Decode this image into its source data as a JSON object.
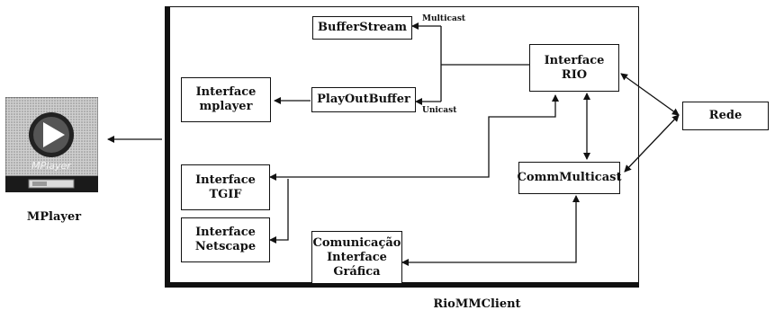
{
  "diagram": {
    "container_label": "RioMMClient",
    "external": {
      "player_label": "MPlayer",
      "network_label": "Rede"
    },
    "player_icon": {
      "icon": "mplayer-logo-icon",
      "logo_text": "MPlayer"
    },
    "nodes": {
      "buffer_stream": "BufferStream",
      "playout_buffer": "PlayOutBuffer",
      "interface_mplayer": "Interface\nmplayer",
      "interface_rio": "Interface\nRIO",
      "interface_tgif": "Interface\nTGIF",
      "interface_netscape": "Interface\nNetscape",
      "comm_multicast": "CommMulticast",
      "comunicacao": "Comunicação\nInterface\nGráfica"
    },
    "edge_labels": {
      "multicast": "Multicast",
      "unicast": "Unicast"
    }
  }
}
